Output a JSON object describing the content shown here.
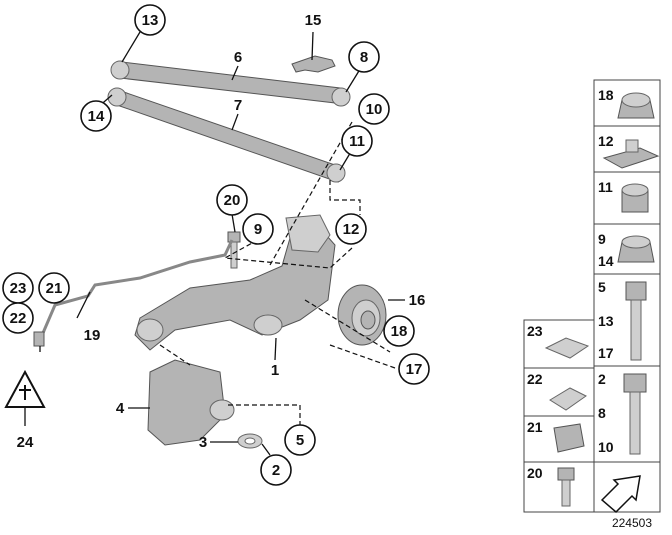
{
  "callouts": {
    "c13": "13",
    "c15": "15",
    "c6": "6",
    "c8": "8",
    "c14": "14",
    "c7": "7",
    "c10": "10",
    "c11": "11",
    "c20": "20",
    "c9": "9",
    "c12": "12",
    "c23": "23",
    "c21": "21",
    "c22": "22",
    "c19": "19",
    "c16": "16",
    "c18": "18",
    "c1": "1",
    "c17": "17",
    "c4": "4",
    "c5": "5",
    "c3": "3",
    "c2": "2",
    "c24": "24"
  },
  "side_panels": [
    {
      "labels": [
        "18"
      ]
    },
    {
      "labels": [
        "12"
      ]
    },
    {
      "labels": [
        "11"
      ]
    },
    {
      "labels": [
        "9",
        "14"
      ]
    },
    {
      "labels": [
        "5",
        "13",
        "17"
      ]
    },
    {
      "labels": [
        "2",
        "8",
        "10"
      ]
    }
  ],
  "left_panels": [
    {
      "label": "23"
    },
    {
      "label": "22"
    },
    {
      "label": "21"
    },
    {
      "label": "20"
    }
  ],
  "ref_number": "224503"
}
